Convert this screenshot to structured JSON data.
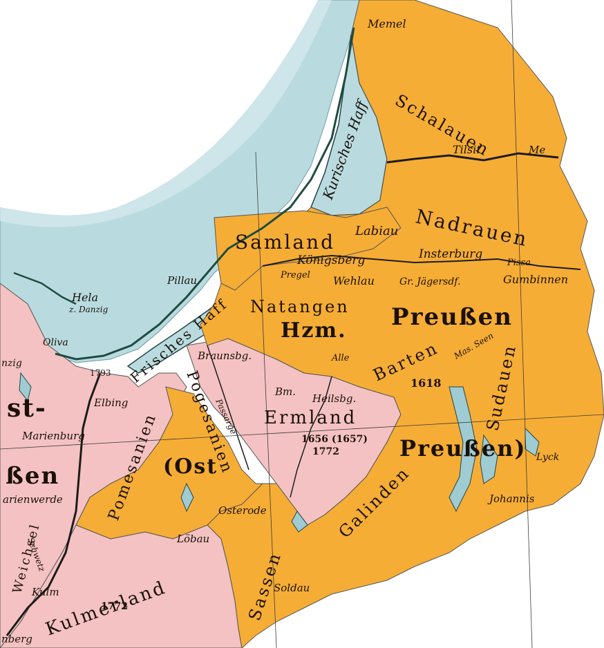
{
  "colors": {
    "sea": "#b9dbe0",
    "sea_shade": "#9fcbd3",
    "duchy": "#f6ad35",
    "royal": "#f4c2c2",
    "land": "#ffffff",
    "border": "#1b1b1b",
    "text": "#1a1108"
  },
  "labels": {
    "memel": "Memel",
    "kurisches_haff": "Kurisches Haff",
    "schalauen": "Schalauen",
    "tilsit": "Tilsit",
    "memel_river": "Me",
    "samland": "Samland",
    "labiau": "Labiau",
    "nadrauen": "Nadrauen",
    "koenigsberg": "Königsberg",
    "insterburg": "Insterburg",
    "pissa": "Pissa",
    "pregel": "Pregel",
    "wehlau": "Wehlau",
    "gr_jaegersdf": "Gr. Jägersdf.",
    "gumbinnen": "Gumbinnen",
    "pillau": "Pillau",
    "hela": "Hela",
    "z_danzig": "z. Danzig",
    "natangen": "Natangen",
    "hzm": "Hzm.",
    "preussen_duchy": "Preußen",
    "frisches_haff": "Frisches Haff",
    "oliva": "Oliva",
    "danzig_frag": "nzig",
    "year_1793": "1793",
    "braunsbg": "Braunsbg.",
    "alle": "Alle",
    "barten": "Barten",
    "masurian": "Mas. Seen",
    "sudauen": "Sudauen",
    "year_1618": "1618",
    "elbing": "Elbing",
    "west_frag": "st-",
    "marienburg": "Marienburg",
    "pomesanien": "Pomesanien",
    "pogesanien": "Pogesanien",
    "passarge": "Passarge",
    "bm": "Bm.",
    "heilsbg": "Heilsbg.",
    "ermland": "Ermland",
    "years_ermland": "1656 (1657)",
    "year_1772_ermland": "1772",
    "preussen_ost": "Preußen)",
    "ost": "(Ost",
    "lyck": "Lyck",
    "preussen_frag": "ßen",
    "marienwerder": "arienwerde",
    "osterode": "Osterode",
    "johannis": "Johannis",
    "galinden": "Galinden",
    "loebau": "Löbau",
    "kulmerland": "Kulmerland",
    "weichsel": "Weichsel",
    "kulm": "Kulm",
    "year_1772_kulm": "1772",
    "sassen": "Sassen",
    "soldau": "Soldau",
    "berg_frag": "nberg",
    "swetz": "Schwetz"
  }
}
